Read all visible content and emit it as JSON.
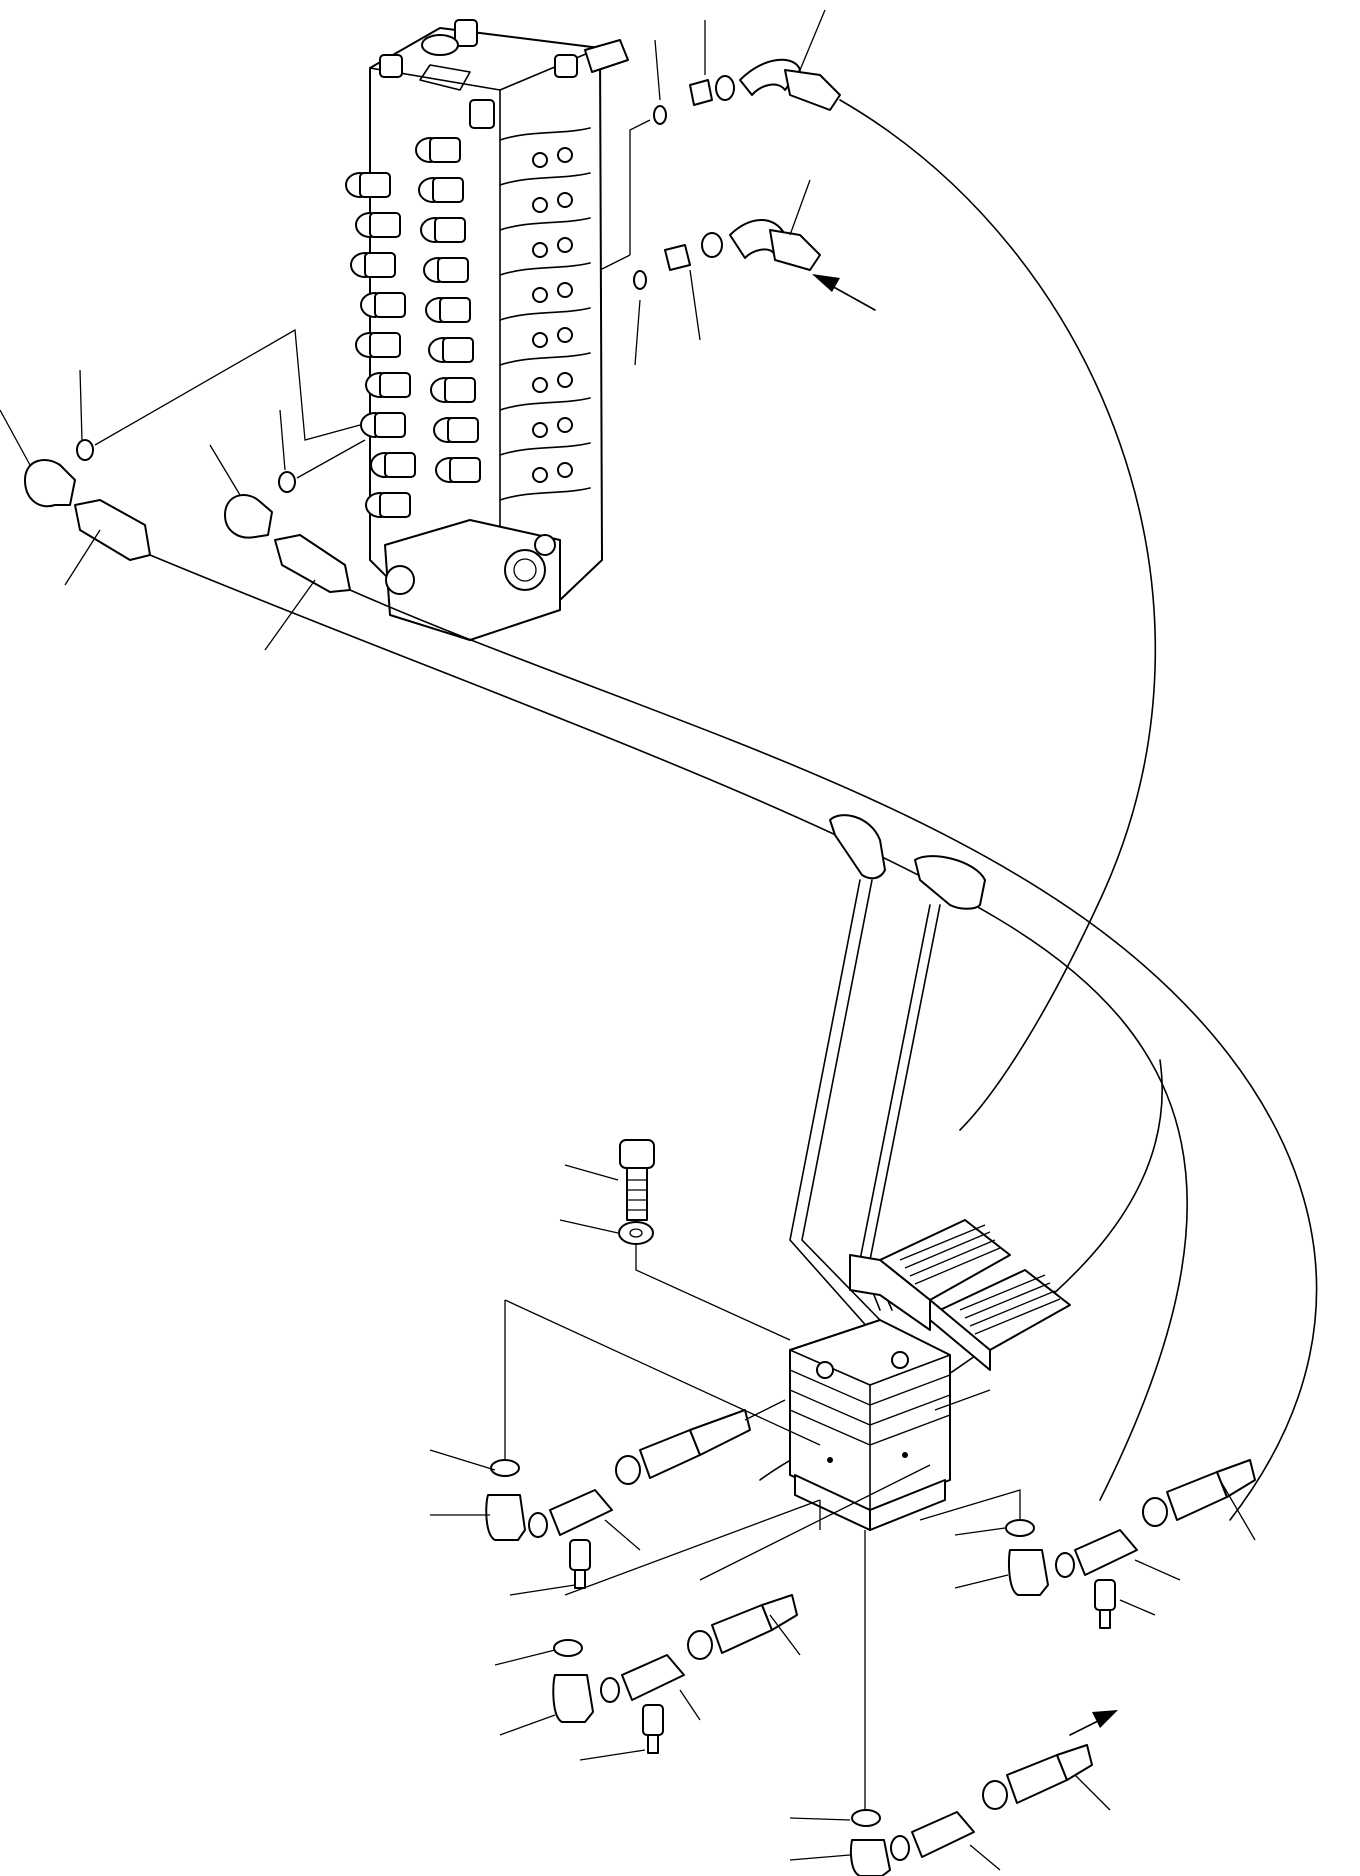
{
  "diagram": {
    "kind": "exploded-parts-view",
    "line_color": "#000000",
    "background": "#ffffff",
    "components": [
      "control-valve-block",
      "travel-lever-pedal-valve",
      "pilot-hoses",
      "elbow-fittings",
      "tee-fittings",
      "pressure-switches",
      "o-rings",
      "mounting-bolt",
      "washer",
      "flow-arrows"
    ],
    "callout_labels": []
  }
}
